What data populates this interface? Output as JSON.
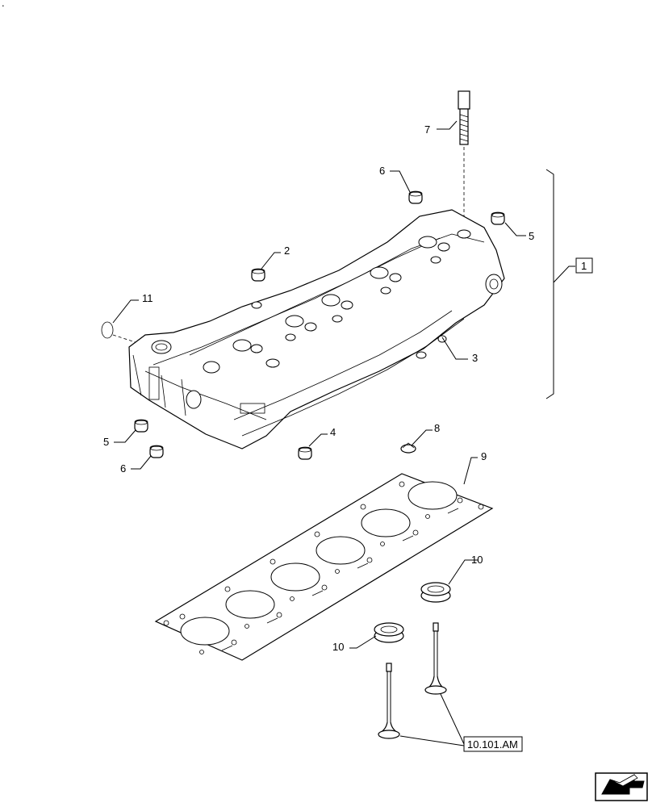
{
  "callouts": {
    "c1": "1",
    "c2": "2",
    "c3": "3",
    "c4": "4",
    "c5a": "5",
    "c5b": "5",
    "c6a": "6",
    "c6b": "6",
    "c7": "7",
    "c8": "8",
    "c9": "9",
    "c10a": "10",
    "c10b": "10",
    "c11": "11"
  },
  "reference_label": "10.101.AM",
  "corner_mark": ".",
  "nav_icon": "next-page-arrow-icon"
}
